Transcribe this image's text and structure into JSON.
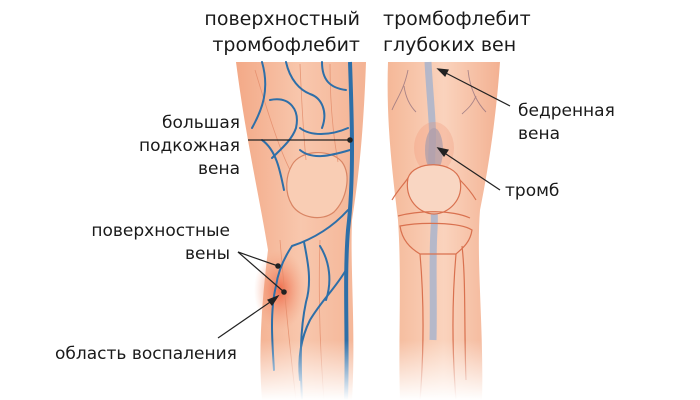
{
  "titles": {
    "left": [
      "поверхностный",
      "тромбофлебит"
    ],
    "right": [
      "тромбофлебит",
      "глубоких вен"
    ]
  },
  "labels": {
    "great_saphenous_vein": [
      "большая",
      "подкожная",
      "вена"
    ],
    "superficial_veins": [
      "поверхностные",
      "вены"
    ],
    "inflammation_area": "область воспаления",
    "femoral_vein": [
      "бедренная",
      "вена"
    ],
    "thrombus": "тромб"
  },
  "colors": {
    "skin": "#f6c3a6",
    "skin_dark": "#ef9a78",
    "inflamed": "#ee6f4d",
    "vein": "#2e6fa8",
    "deep_vein": "#a9b4cc",
    "outline": "#d9714f",
    "text": "#1a1a1a"
  }
}
